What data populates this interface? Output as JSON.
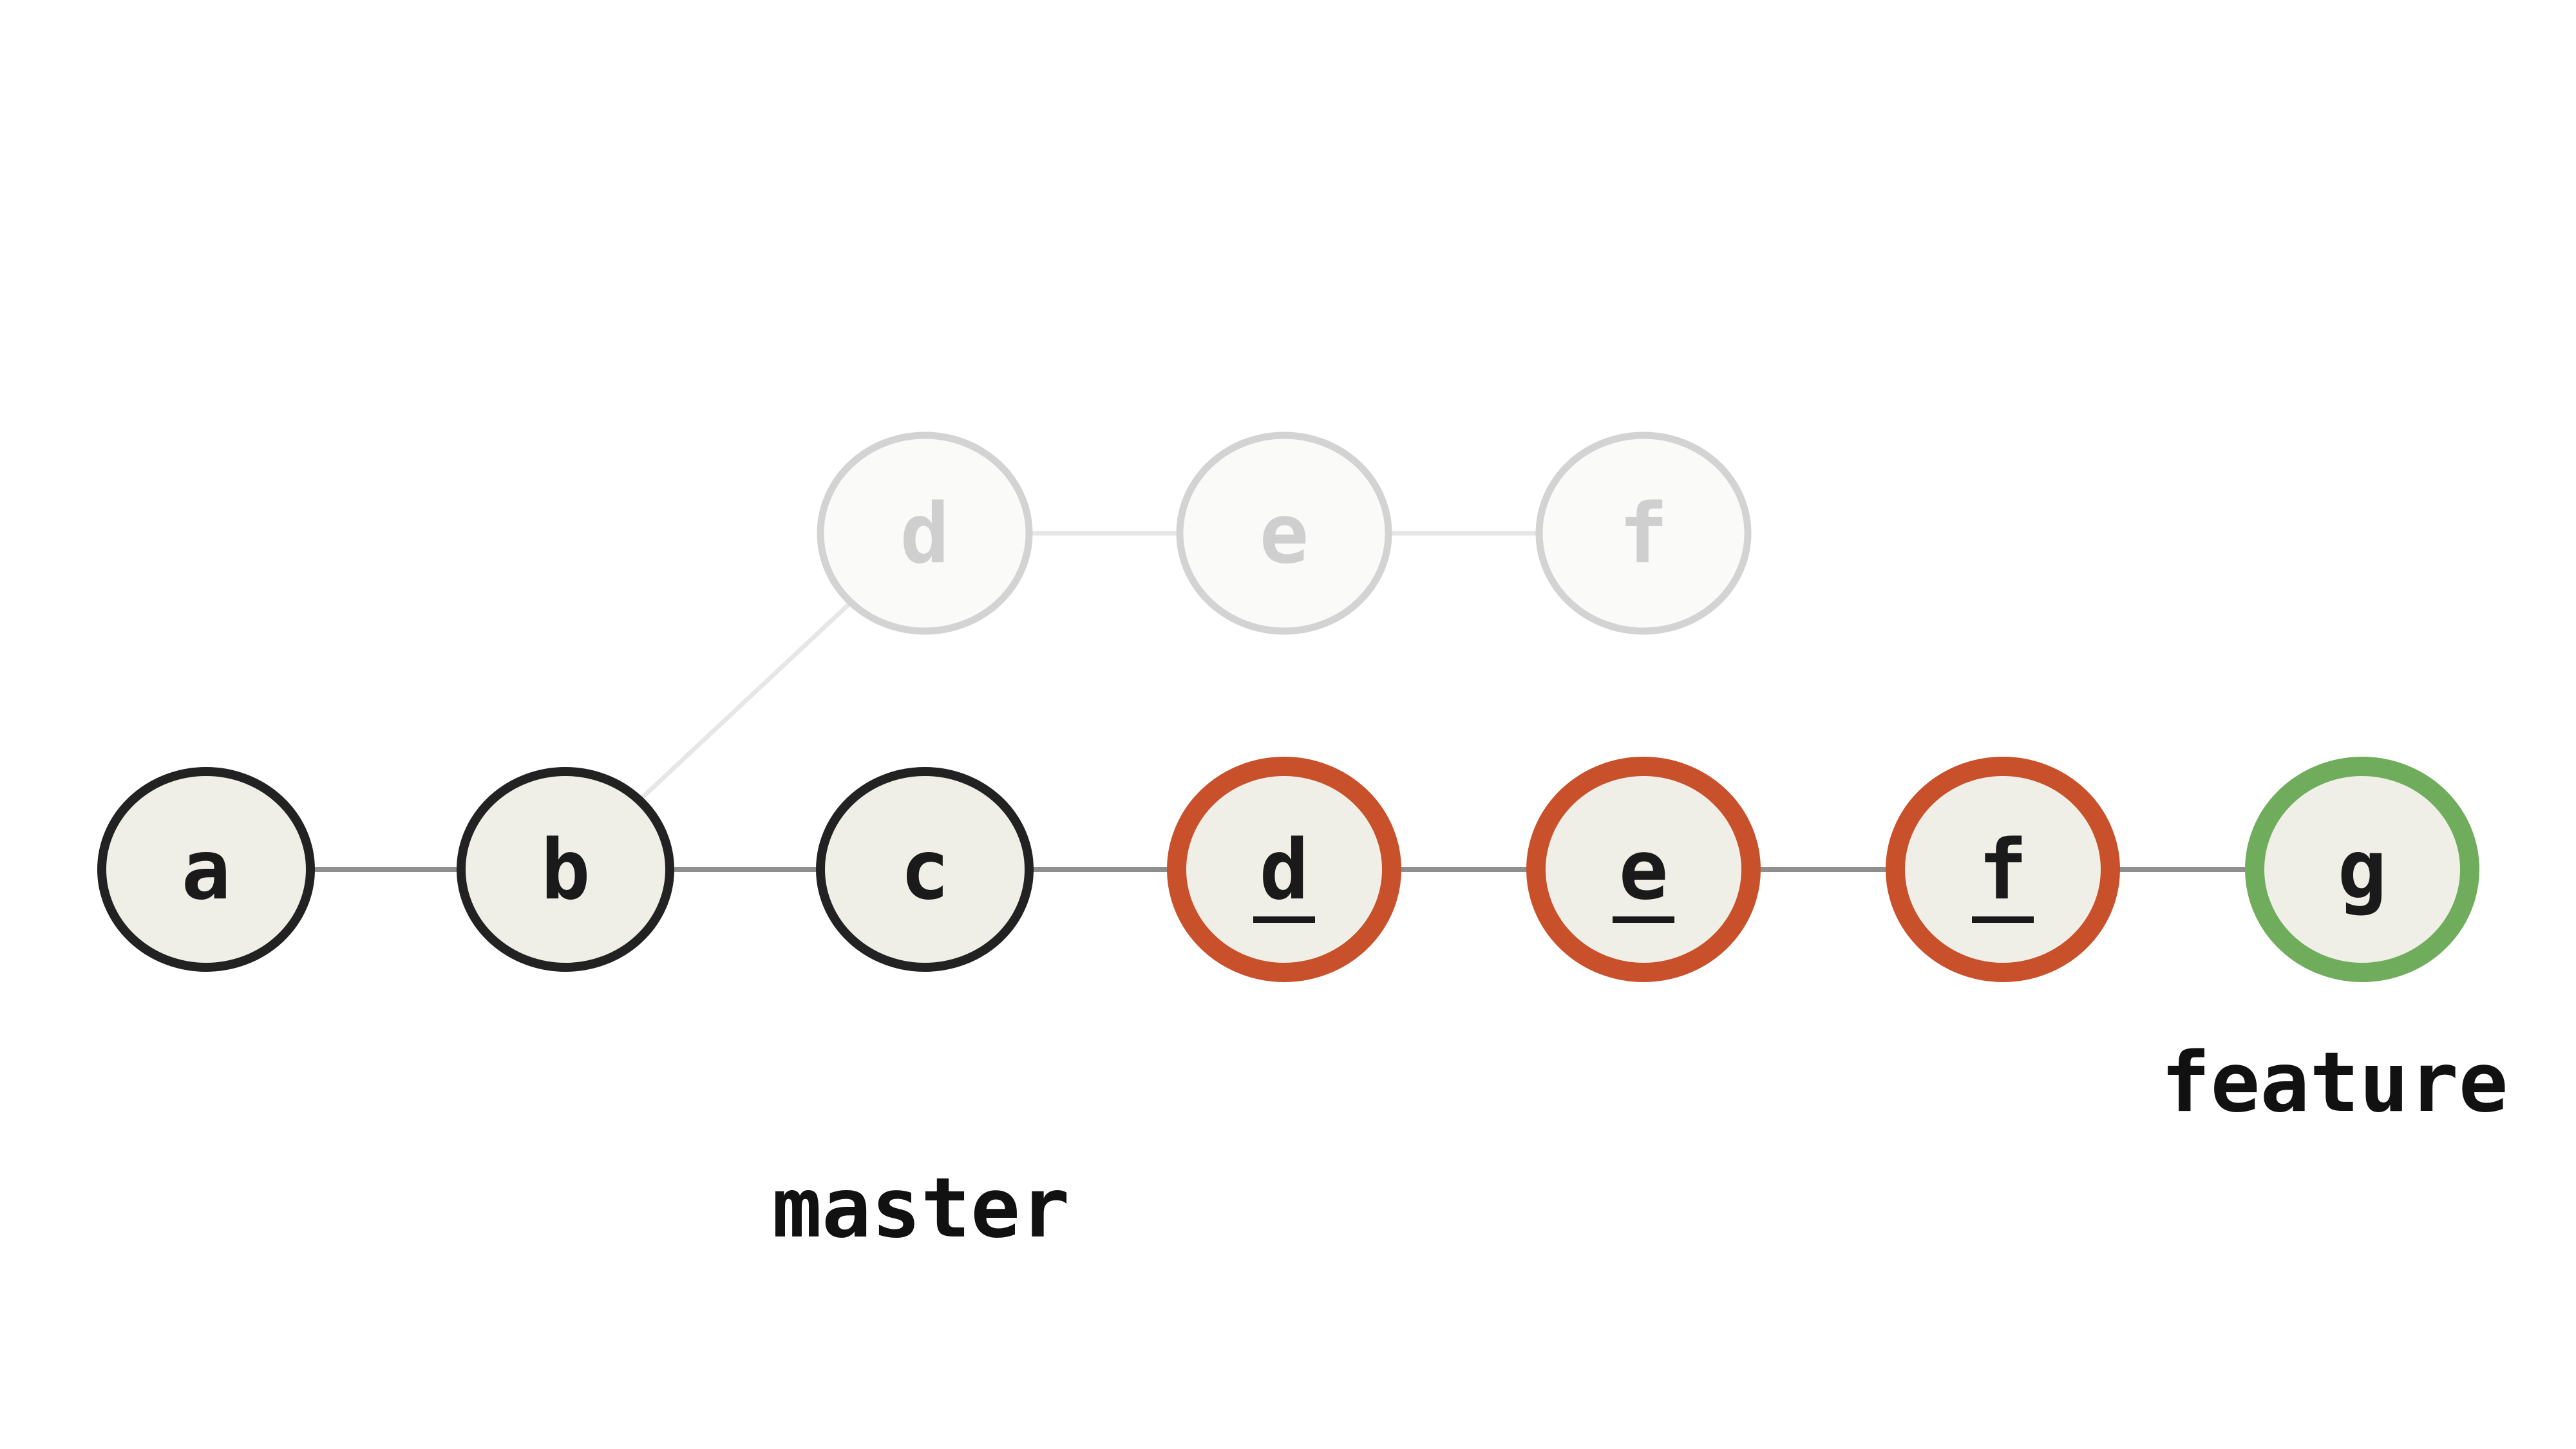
{
  "colors": {
    "background": "#ffffff",
    "node_fill": "#efefe8",
    "ghost_fill": "#fafaf8",
    "ghost_stroke": "#d3d3d3",
    "ghost_text": "#cfcfcf",
    "ghost_edge": "#e6e6e6",
    "edge": "#8f8f8f",
    "normal_stroke": "#222222",
    "text": "#1a1a1a",
    "rebased_stroke": "#c8502a",
    "new_commit_stroke": "#6fad5c"
  },
  "ghost_commits": [
    {
      "label": "d"
    },
    {
      "label": "e"
    },
    {
      "label": "f"
    }
  ],
  "commits": [
    {
      "label": "a",
      "kind": "normal",
      "underlined": false
    },
    {
      "label": "b",
      "kind": "normal",
      "underlined": false
    },
    {
      "label": "c",
      "kind": "normal",
      "underlined": false
    },
    {
      "label": "d",
      "kind": "rebased",
      "underlined": true
    },
    {
      "label": "e",
      "kind": "rebased",
      "underlined": true
    },
    {
      "label": "f",
      "kind": "rebased",
      "underlined": true
    },
    {
      "label": "g",
      "kind": "new",
      "underlined": false
    }
  ],
  "branches": {
    "master": "master",
    "feature": "feature"
  }
}
